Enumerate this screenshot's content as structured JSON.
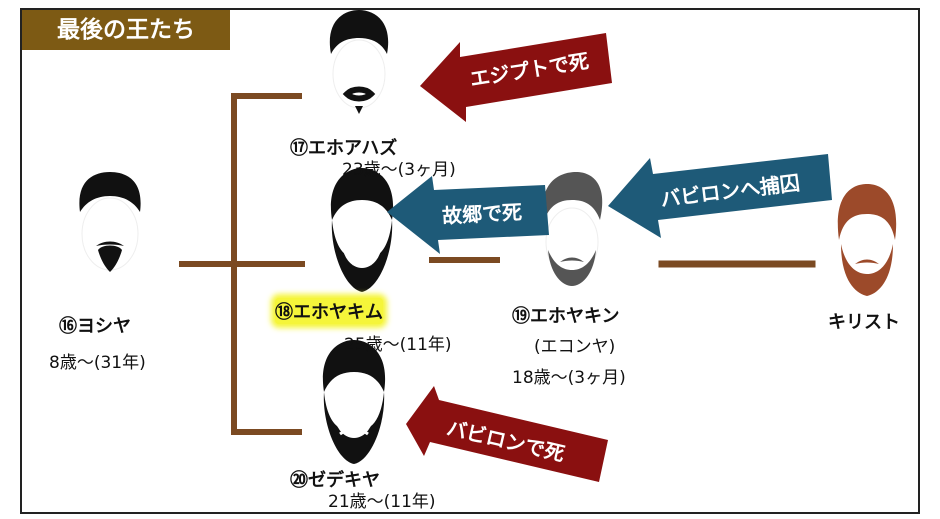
{
  "title": "最後の王たち",
  "kings": [
    {
      "name": "⑯ヨシヤ",
      "reign": "8歳〜(31年)"
    },
    {
      "name": "⑰エホアハズ",
      "reign": "23歳〜(3ヶ月)"
    },
    {
      "name": "⑱エホヤキム",
      "reign": "25歳〜(11年)"
    },
    {
      "name": "⑲エホヤキン",
      "alias": "(エコンヤ)",
      "reign": "18歳〜(3ヶ月)"
    },
    {
      "name": "⑳ゼデキヤ",
      "reign": "21歳〜(11年)"
    }
  ],
  "christ": "キリスト",
  "arrows": {
    "egypt": "エジプトで死",
    "homeland": "故郷で死",
    "babylon_captive": "バビロンへ捕囚",
    "babylon_death": "バビロンで死"
  },
  "colors": {
    "title_bg": "#7d5a14",
    "connector": "#7b4a22",
    "arrow_red": "#8a1010",
    "arrow_teal": "#1e5a78",
    "highlight": "#f5f53a"
  }
}
